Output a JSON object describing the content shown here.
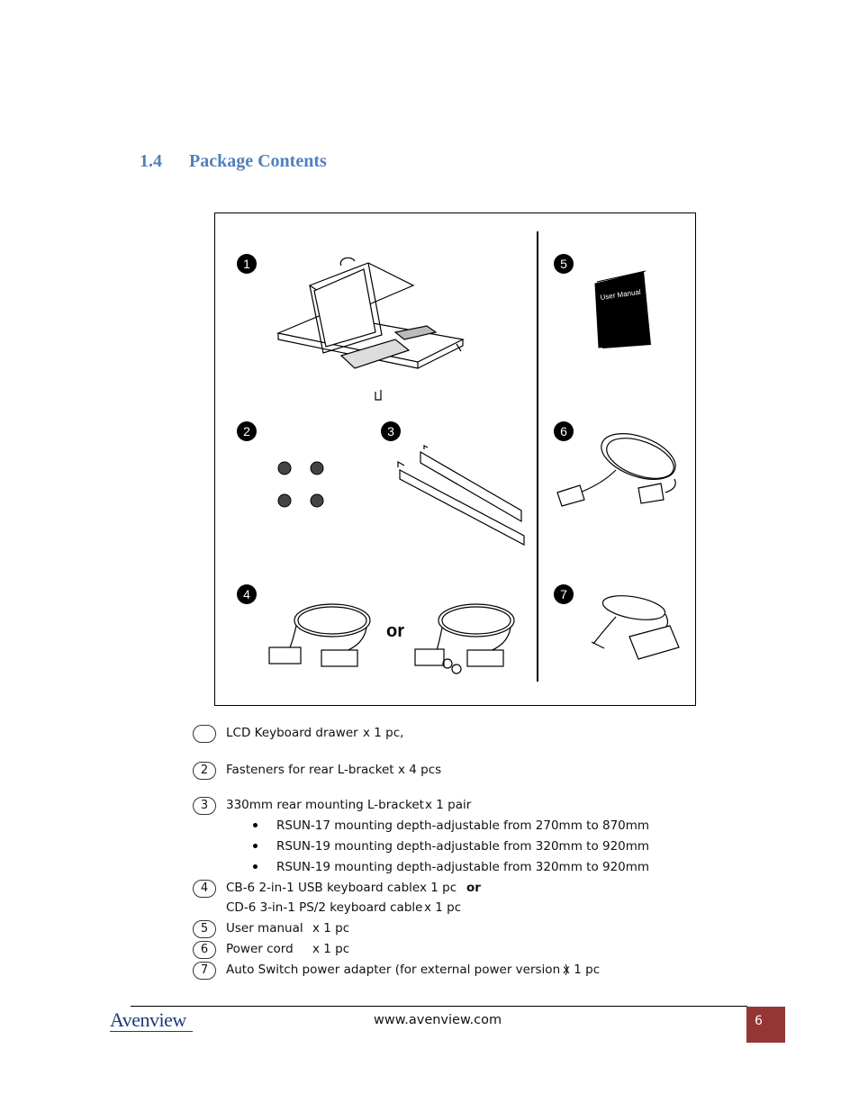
{
  "heading": {
    "number": "1.4",
    "title": "Package Contents"
  },
  "figure": {
    "callouts": [
      "1",
      "2",
      "3",
      "4",
      "5",
      "6",
      "7"
    ],
    "manual_cover_text": "User Manual",
    "or_label": "or"
  },
  "items": [
    {
      "circle": "",
      "name": "LCD Keyboard drawer",
      "qty": "x 1 pc,"
    },
    {
      "circle": "2",
      "name": "Fasteners for rear L-bracket",
      "qty": "x 4 pcs"
    },
    {
      "circle": "3",
      "name": "330mm rear mounting L-bracket",
      "qty": "x 1 pair"
    },
    {
      "circle": "4",
      "name": "CB-6 2-in-1 USB keyboard cable",
      "qty": "x 1 pc",
      "or": "or",
      "alt_name": "CD-6 3-in-1 PS/2 keyboard cable",
      "alt_qty": "x 1 pc"
    },
    {
      "circle": "5",
      "name": "User manual",
      "qty": "x 1 pc"
    },
    {
      "circle": "6",
      "name": "Power cord",
      "qty": "x 1 pc"
    },
    {
      "circle": "7",
      "name": "Auto Switch power adapter (for external power version )",
      "qty": "x 1 pc"
    }
  ],
  "bullets": [
    "RSUN-17 mounting depth-adjustable from 270mm to 870mm",
    "RSUN-19 mounting depth-adjustable from 320mm to 920mm",
    "RSUN-19 mounting depth-adjustable from 320mm to 920mm"
  ],
  "footer": {
    "logo": "Avenview",
    "website": "www.avenview.com",
    "page": "6"
  }
}
